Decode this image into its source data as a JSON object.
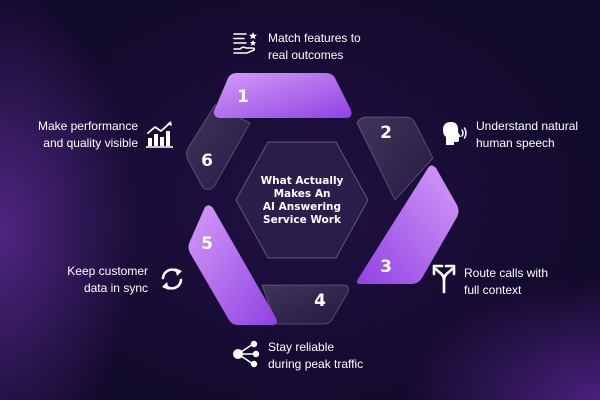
{
  "center": {
    "lines": [
      "What Actually",
      "Makes An",
      "AI Answering",
      "Service Work"
    ]
  },
  "segments": [
    {
      "number": "1",
      "lines": [
        "Match features to",
        "real outcomes"
      ],
      "icon": "hand-with-stars-icon"
    },
    {
      "number": "2",
      "lines": [
        "Understand natural",
        "human speech"
      ],
      "icon": "speaking-head-icon"
    },
    {
      "number": "3",
      "lines": [
        "Route calls with",
        "full context"
      ],
      "icon": "split-arrows-icon"
    },
    {
      "number": "4",
      "lines": [
        "Stay reliable",
        "during peak traffic"
      ],
      "icon": "network-nodes-icon"
    },
    {
      "number": "5",
      "lines": [
        "Keep customer",
        "data in sync"
      ],
      "icon": "sync-arrows-icon"
    },
    {
      "number": "6",
      "lines": [
        "Make performance",
        "and quality visible"
      ],
      "icon": "bar-chart-trend-icon"
    }
  ],
  "colors": {
    "background": "#120a2c",
    "accent_light": "#c58cf5",
    "accent_dark": "#8a3ee0",
    "glass": "#ffffff"
  }
}
